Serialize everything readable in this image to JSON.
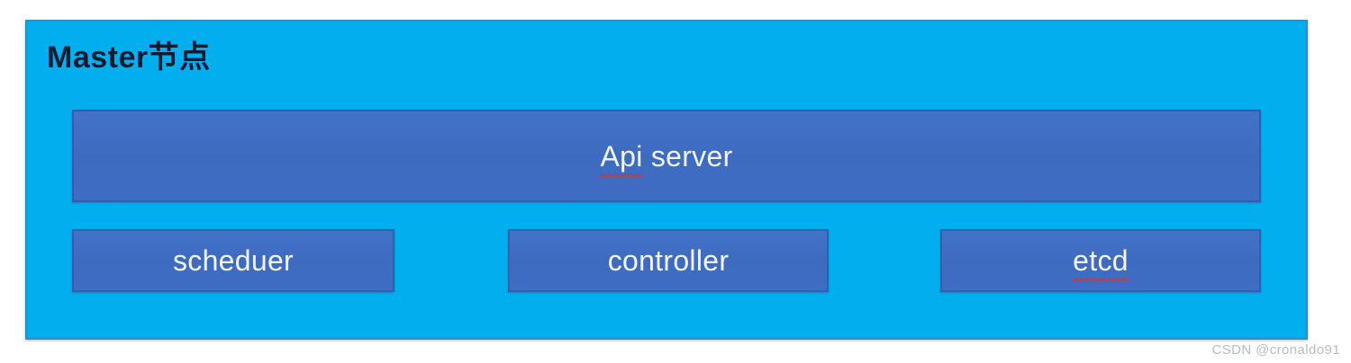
{
  "diagram": {
    "title": "Master节点",
    "api_server": {
      "label_misspelled": "Api",
      "label_rest": " server",
      "full_label": "Api server",
      "spellcheck_underline": true
    },
    "components": [
      {
        "name": "scheduer",
        "label": "scheduer",
        "spellcheck_underline": false
      },
      {
        "name": "controller",
        "label": "controller",
        "spellcheck_underline": false
      },
      {
        "name": "etcd",
        "label": "etcd",
        "spellcheck_underline": true
      }
    ],
    "colors": {
      "panel_background": "#03aeee",
      "panel_border": "#2a8fc4",
      "component_background": "#3f6dc3",
      "component_border": "#2f5fb0",
      "component_text": "#f2f6fc",
      "title_text": "#0b1c33",
      "spellcheck_underline": "#e03030",
      "watermark_text": "#b9bcc0",
      "page_background": "#ffffff"
    }
  },
  "watermark": {
    "text": "CSDN @cronaldo91"
  }
}
